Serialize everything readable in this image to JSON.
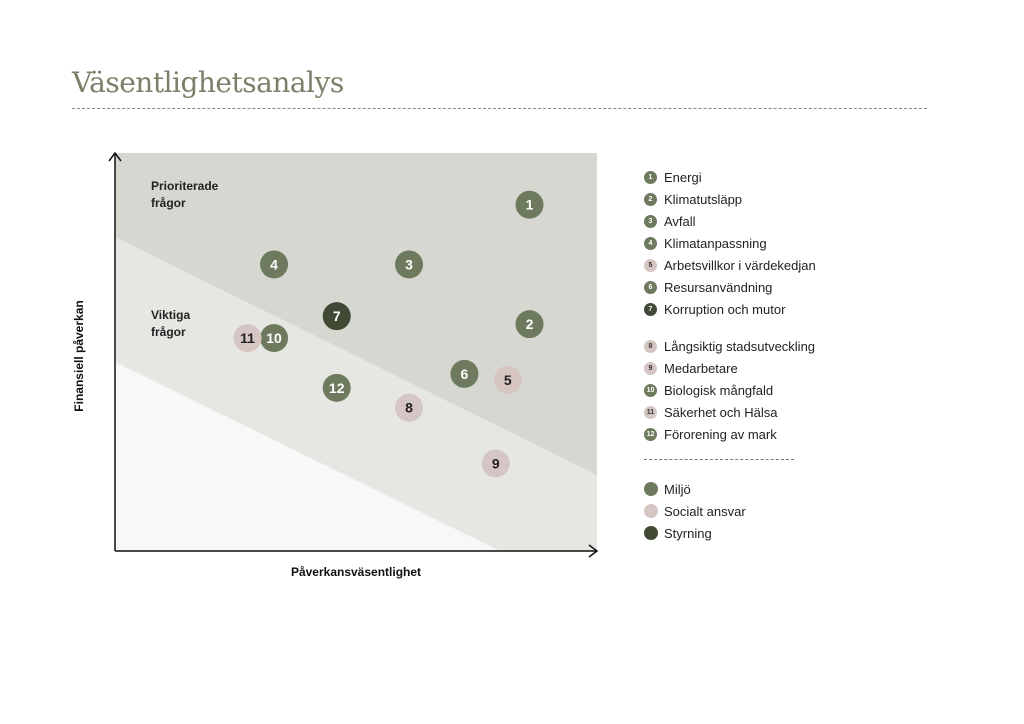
{
  "title": "Väsentlighetsanalys",
  "colors": {
    "miljo": "#6e7a5e",
    "social": "#d5c6c4",
    "styrning": "#3f4934",
    "band_top": "#d6d7d1",
    "band_mid": "#e6e7e2",
    "band_low": "#f8f8f8"
  },
  "chart_data": {
    "type": "scatter",
    "xlabel": "Påverkansväsentlighet",
    "ylabel": "Finansiell påverkan",
    "xlim": [
      0,
      10
    ],
    "ylim": [
      0,
      10
    ],
    "zones": [
      {
        "label_line1": "Prioriterade",
        "label_line2": "frågor"
      },
      {
        "label_line1": "Viktiga",
        "label_line2": "frågor"
      }
    ],
    "points": [
      {
        "id": "1",
        "name": "Energi",
        "category": "miljo",
        "x": 8.6,
        "y": 8.7
      },
      {
        "id": "2",
        "name": "Klimatutsläpp",
        "category": "miljo",
        "x": 8.6,
        "y": 5.7
      },
      {
        "id": "3",
        "name": "Avfall",
        "category": "miljo",
        "x": 6.1,
        "y": 7.2
      },
      {
        "id": "4",
        "name": "Klimatanpassning",
        "category": "miljo",
        "x": 3.3,
        "y": 7.2
      },
      {
        "id": "5",
        "name": "Arbetsvillkor i värdekedjan",
        "category": "social",
        "x": 8.15,
        "y": 4.3
      },
      {
        "id": "6",
        "name": "Resursanvändning",
        "category": "miljo",
        "x": 7.25,
        "y": 4.45
      },
      {
        "id": "7",
        "name": "Korruption och mutor",
        "category": "styrning",
        "x": 4.6,
        "y": 5.9
      },
      {
        "id": "8",
        "name": "Långsiktig stadsutveckling",
        "category": "social",
        "x": 6.1,
        "y": 3.6
      },
      {
        "id": "9",
        "name": "Medarbetare",
        "category": "social",
        "x": 7.9,
        "y": 2.2
      },
      {
        "id": "10",
        "name": "Biologisk mångfald",
        "category": "miljo",
        "x": 3.3,
        "y": 5.35
      },
      {
        "id": "11",
        "name": "Säkerhet och Hälsa",
        "category": "social",
        "x": 2.75,
        "y": 5.35
      },
      {
        "id": "12",
        "name": "Förorening av mark",
        "category": "miljo",
        "x": 4.6,
        "y": 4.1
      }
    ],
    "categories": [
      {
        "key": "miljo",
        "label": "Miljö"
      },
      {
        "key": "social",
        "label": "Socialt ansvar"
      },
      {
        "key": "styrning",
        "label": "Styrning"
      }
    ]
  }
}
